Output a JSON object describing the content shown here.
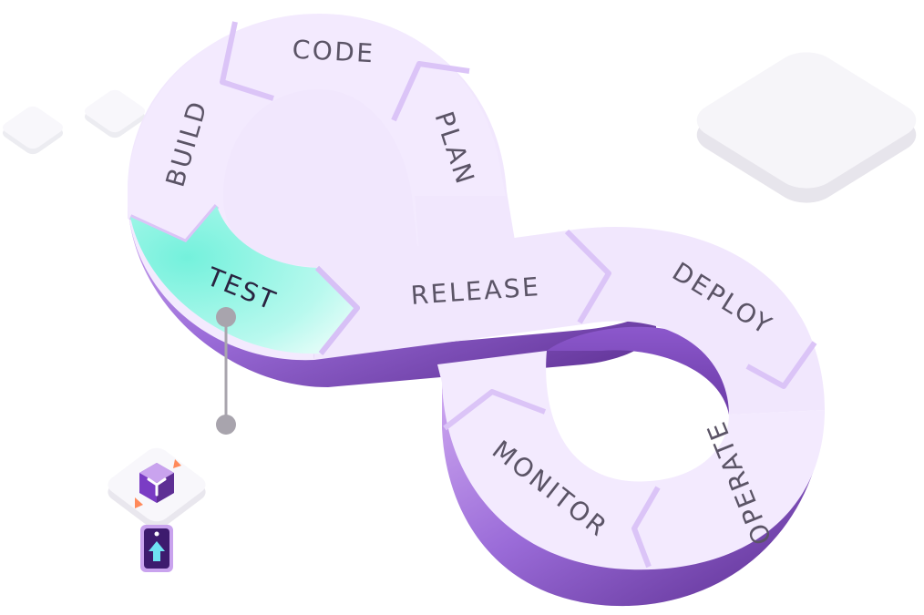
{
  "colors": {
    "background": "#ffffff",
    "loop_top": "#f1e7fd",
    "loop_top_light": "#f7f0ff",
    "chevron_edge": "#dcc7f8",
    "side_light": "#c9a3ee",
    "side_mid": "#9b6fd6",
    "side_dark": "#5e2f94",
    "active_stage": "#7ff0dc",
    "active_stage_light": "#c8fbf1",
    "label_text": "#5b5466",
    "active_label_text": "#2a2340",
    "pin": "#a8a4ad",
    "decor_tile": "#f5f4f7",
    "decor_tile_shadow": "#e6e4ea",
    "icon_purple": "#7a3cc4",
    "icon_orange": "#ff8a5b",
    "icon_cyan": "#6fe3f2"
  },
  "stages": [
    {
      "id": "code",
      "label": "CODE",
      "active": false
    },
    {
      "id": "plan",
      "label": "PLAN",
      "active": false
    },
    {
      "id": "build",
      "label": "BUILD",
      "active": false
    },
    {
      "id": "test",
      "label": "TEST",
      "active": true
    },
    {
      "id": "release",
      "label": "RELEASE",
      "active": false
    },
    {
      "id": "deploy",
      "label": "DEPLOY",
      "active": false
    },
    {
      "id": "operate",
      "label": "OPERATE",
      "active": false
    },
    {
      "id": "monitor",
      "label": "MONITOR",
      "active": false
    }
  ],
  "icons": {
    "cube": "cube-icon",
    "upload": "upload-arrow-icon"
  }
}
